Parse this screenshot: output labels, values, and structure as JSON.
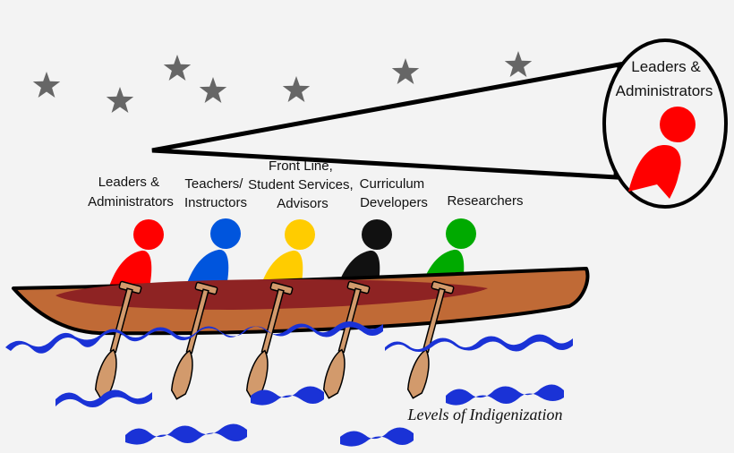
{
  "diagram": {
    "caption": "Levels of Indigenization",
    "zoom": {
      "label_line1": "Leaders &",
      "label_line2": "Administrators",
      "figure_color": "#ff0000"
    },
    "rowers": [
      {
        "lines": [
          "Leaders &",
          "Administrators"
        ],
        "color": "#ff0000"
      },
      {
        "lines": [
          "Teachers/",
          "Instructors"
        ],
        "color": "#0055dd"
      },
      {
        "lines": [
          "Front Line,",
          "Student Services,",
          "Advisors"
        ],
        "color": "#ffcc00"
      },
      {
        "lines": [
          "Curriculum",
          "Developers"
        ],
        "color": "#111111"
      },
      {
        "lines": [
          "Researchers"
        ],
        "color": "#00aa00"
      }
    ],
    "colors": {
      "canoe": "#c06a36",
      "canoe_interior": "#8e2323",
      "paddle": "#d29a6c",
      "water": "#1a32d6",
      "star": "#666666"
    }
  }
}
